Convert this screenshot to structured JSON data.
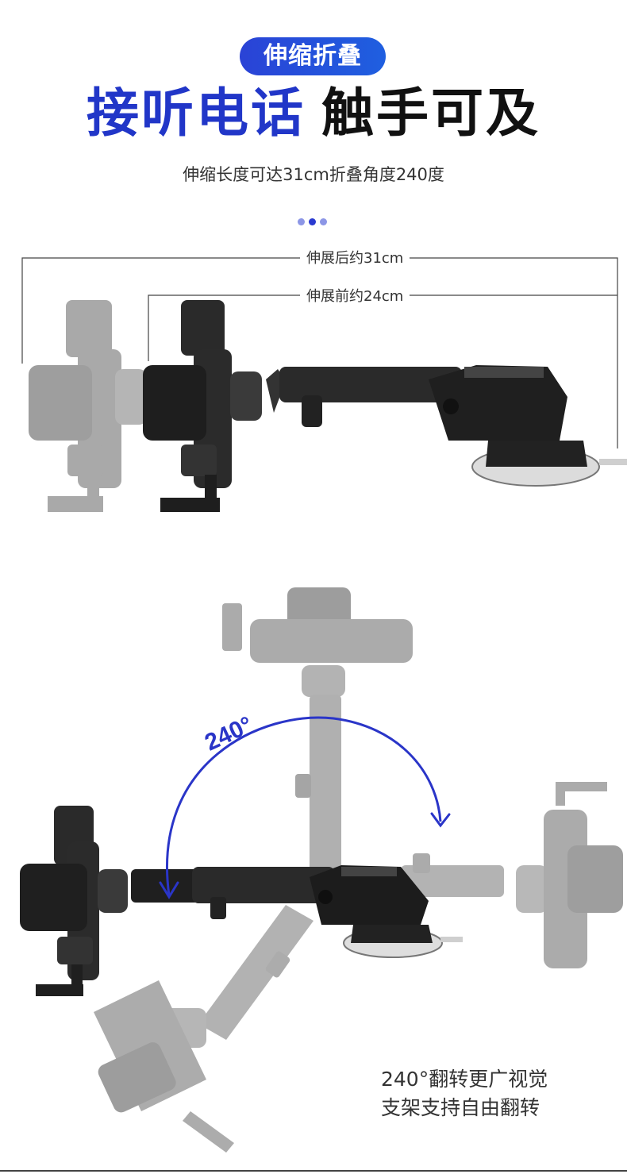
{
  "badge": "伸缩折叠",
  "headline": {
    "blue": "接听电话",
    "black": "触手可及"
  },
  "subtitle": "伸缩长度可达31cm折叠角度240度",
  "dimensions": {
    "extended": "伸展后约31cm",
    "retracted": "伸展前约24cm"
  },
  "angle_label": "240°",
  "caption": {
    "line1": "240°翻转更广视觉",
    "line2": "支架支持自由翻转"
  },
  "colors": {
    "accent": "#2136c8",
    "arrow": "#2a35c8"
  }
}
